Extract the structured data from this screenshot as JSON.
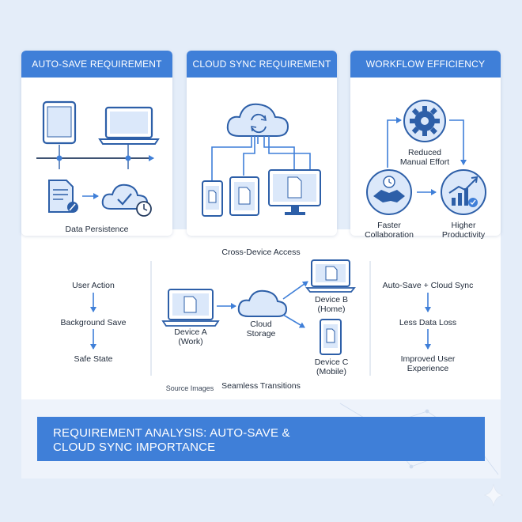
{
  "cards": [
    {
      "title": "AUTO-SAVE REQUIREMENT"
    },
    {
      "title": "CLOUD SYNC REQUIREMENT"
    },
    {
      "title": "WORKFLOW EFFICIENCY"
    }
  ],
  "autosave": {
    "caption": "Data Persistence"
  },
  "workflow": {
    "reduced": [
      "Reduced",
      "Manual Effort"
    ],
    "faster": [
      "Faster",
      "Collaboration"
    ],
    "higher": [
      "Higher",
      "Productivity"
    ]
  },
  "middle": {
    "title": "Cross-Device Access",
    "left_flow": [
      "User Action",
      "Background Save",
      "Safe State"
    ],
    "device_a": [
      "Device A",
      "(Work)"
    ],
    "cloud": [
      "Cloud",
      "Storage"
    ],
    "device_b": [
      "Device B",
      "(Home)"
    ],
    "device_c": [
      "Device C",
      "(Mobile)"
    ],
    "right_flow": [
      "Auto-Save + Cloud Sync",
      "Less Data Loss",
      "Improved User",
      "Experience"
    ],
    "seamless": "Seamless Transitions",
    "source": "Source Images"
  },
  "footer": {
    "line1": "REQUIREMENT ANALYSIS: AUTO-SAVE &",
    "line2": "CLOUD SYNC IMPORTANCE"
  },
  "colors": {
    "accent": "#3f7fd8",
    "icon_fill": "#dbe8fa",
    "stroke": "#2d5fa8",
    "dark": "#233a5e"
  }
}
